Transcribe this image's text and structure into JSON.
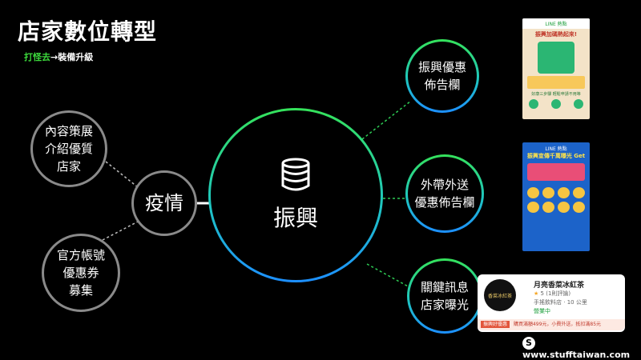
{
  "title": "店家數位轉型",
  "subtitle": {
    "highlight": "打怪去",
    "arrow": "→",
    "rest": "裝備升級"
  },
  "left_nodes": [
    {
      "label": "內容策展\n介紹優質\n店家"
    },
    {
      "label": "官方帳號\n優惠券\n募集"
    }
  ],
  "middle_node": {
    "label": "疫情"
  },
  "center_node": {
    "label": "振興",
    "icon": "database-icon"
  },
  "right_nodes": [
    {
      "label": "振興優惠\n佈告欄"
    },
    {
      "label": "外帶外送\n優惠佈告欄"
    },
    {
      "label": "關鍵訊息\n店家曝光"
    }
  ],
  "thumb1": {
    "brand": "LINE 熱點",
    "headline": "振興加碼熱起來!",
    "footer": "好康三步驟  輕鬆申請不用等"
  },
  "thumb2": {
    "brand": "LINE 熱點",
    "headline": "振興宣傳千萬曝光 Get"
  },
  "store_card": {
    "name": "月亮香菜冰紅茶",
    "rating": "5",
    "reviews": "(1則評論)",
    "category": "手搖飲料店",
    "distance": "10 公里",
    "status": "營業中",
    "badge": "振興好優惠",
    "promo": "購買滿額499元，小費外送，抵扣滿85元",
    "logo_text": "香菜冰紅茶"
  },
  "footer": {
    "site": "www.stufftaiwan.com"
  },
  "colors": {
    "green": "#35e25a",
    "teal": "#1fc7c0",
    "blue": "#1d8fff",
    "grey": "#8a8a8a"
  }
}
